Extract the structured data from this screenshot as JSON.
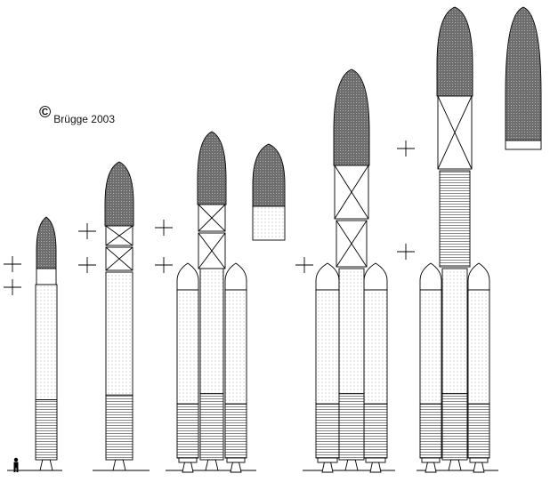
{
  "credit": {
    "symbol": "©",
    "text": "Brügge 2003"
  },
  "colors": {
    "outline": "#000000",
    "fairing_fill": "#6e6e6e",
    "tank_dots": "#9a9a9a",
    "engine_lines": "#555555",
    "background": "#ffffff"
  },
  "vehicles": [
    {
      "id": "v1",
      "boosters": 0,
      "fairing": "small"
    },
    {
      "id": "v2",
      "boosters": 0,
      "fairing": "medium",
      "upper_stage": true
    },
    {
      "id": "v3",
      "boosters": 2,
      "fairing": "medium",
      "upper_stage": true
    },
    {
      "id": "v3-payload-variant",
      "boosters": 0,
      "fairing": "payload-only"
    },
    {
      "id": "v4",
      "boosters": 2,
      "fairing": "large",
      "upper_stage": true
    },
    {
      "id": "v5",
      "boosters": 2,
      "fairing": "extra-large",
      "upper_stage": true
    },
    {
      "id": "v5-payload-variant",
      "boosters": 0,
      "fairing": "payload-only"
    }
  ],
  "scale_figure": {
    "icon": "human-figure-icon"
  }
}
